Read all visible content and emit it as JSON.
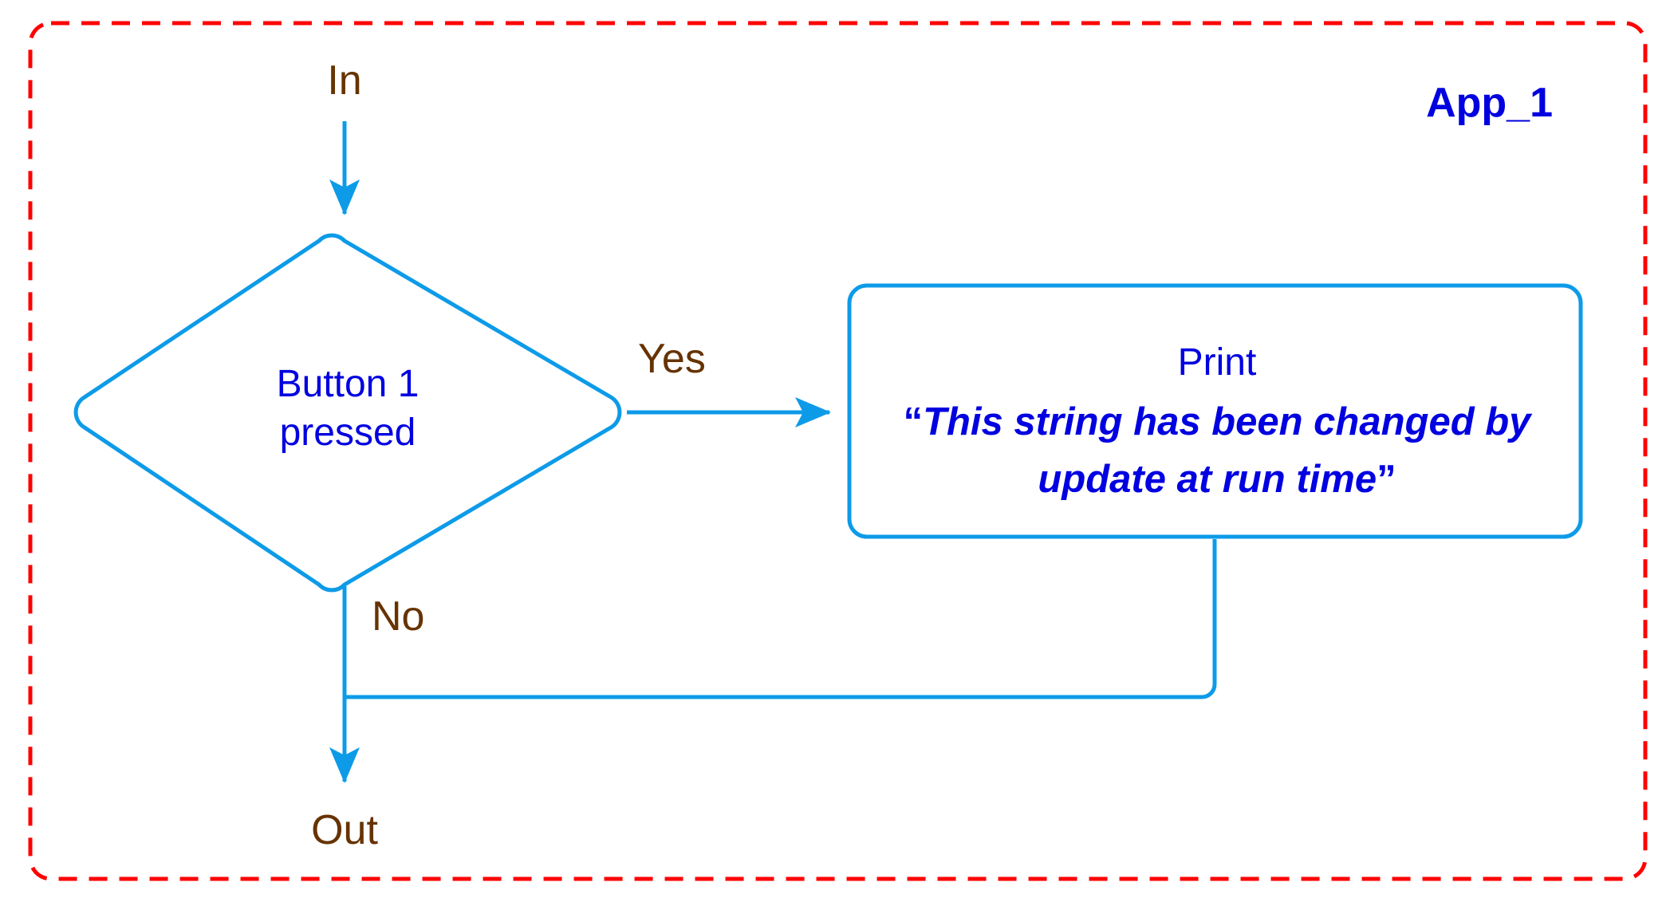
{
  "diagram": {
    "type": "flowchart",
    "title": "App_1",
    "container": {
      "label": "App_1",
      "border_color": "#FF0000",
      "border_style": "dashed"
    },
    "palette": {
      "shape_stroke": "#0D9BE8",
      "connector": "#0D9BE8",
      "shape_text": "#0000E0",
      "edge_label_text": "#663300",
      "container_border": "#FF0000",
      "background": "#FFFFFF"
    },
    "terminals": {
      "in": "In",
      "out": "Out"
    },
    "decision": {
      "line1": "Button 1",
      "line2": "pressed"
    },
    "process": {
      "line1": "Print",
      "open_quote": "“",
      "string_line1": "This string has been changed by",
      "string_line2": "update at run time",
      "close_quote": "”"
    },
    "edges": {
      "yes": "Yes",
      "no": "No"
    }
  }
}
